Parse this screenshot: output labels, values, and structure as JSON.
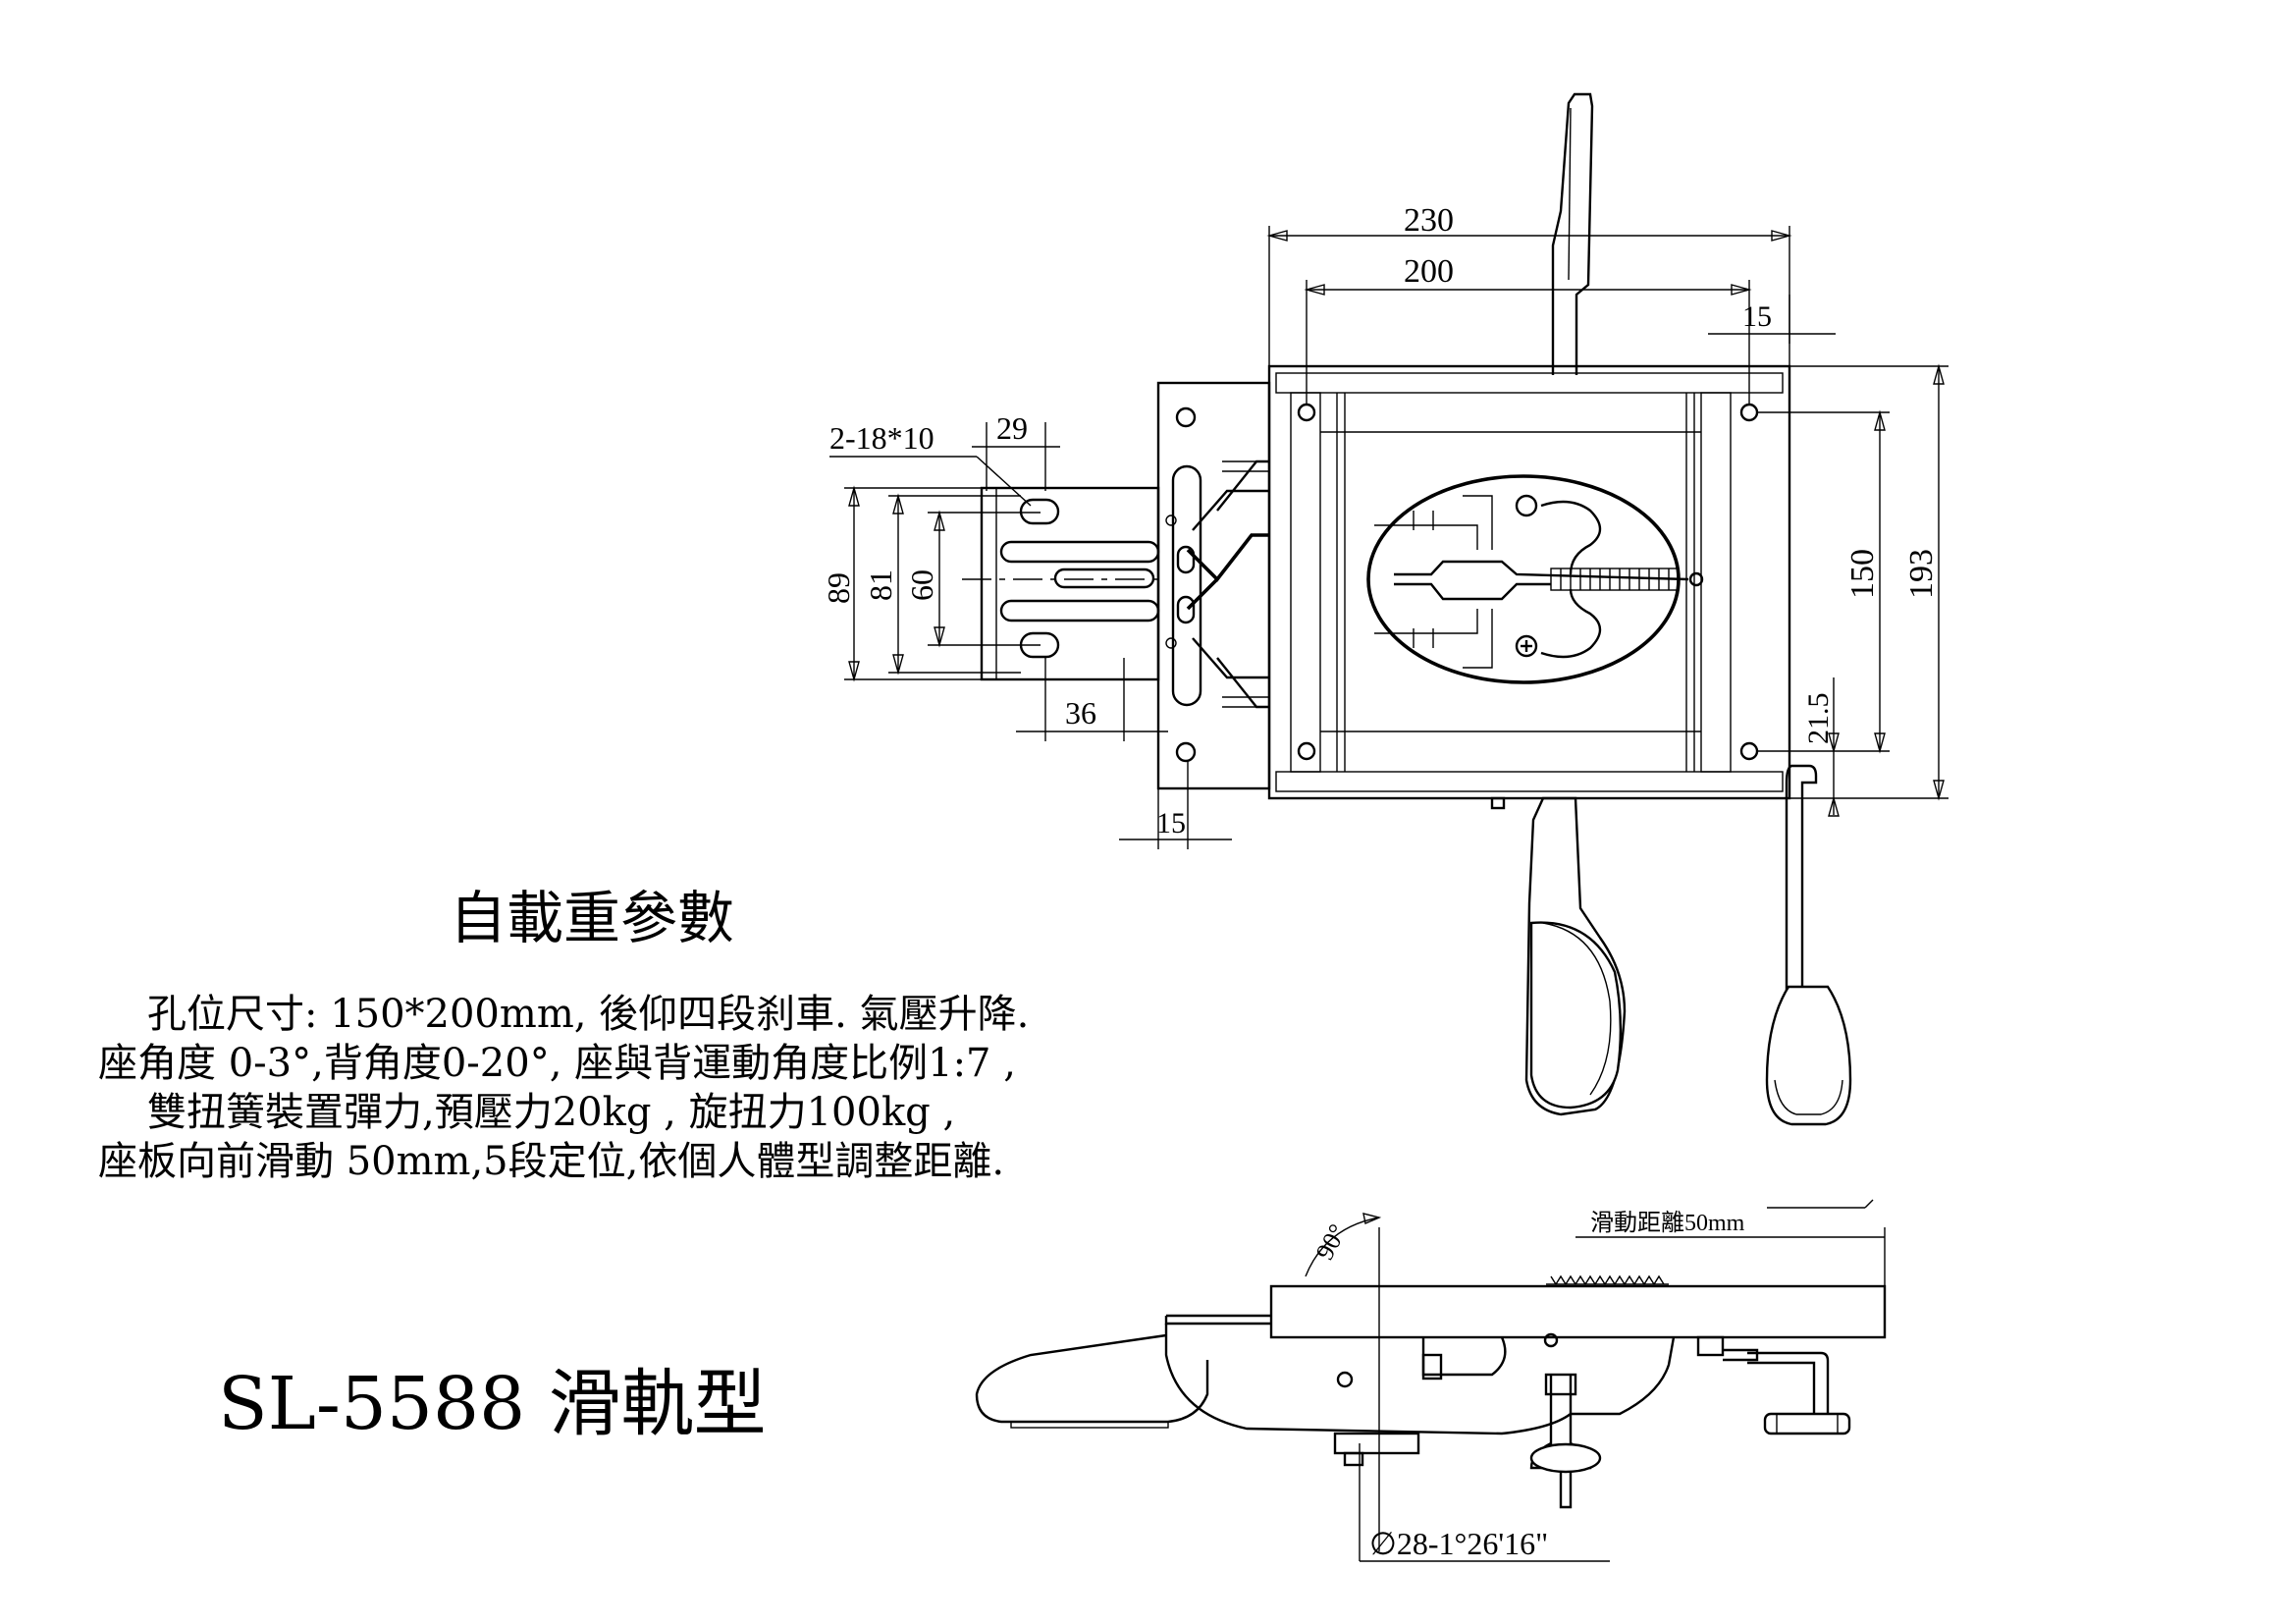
{
  "title": "SL-5588 滑軌型",
  "section_heading": "自載重參數",
  "spec_lines": [
    "孔位尺寸: 150*200mm, 後仰四段刹車. 氣壓升降.",
    "座角度 0-3°,背角度0-20°, 座與背運動角度比例1:7 ,",
    "雙扭簧裝置彈力,預壓力20kg , 旋扭力100kg ,",
    "座板向前滑動 50mm,5段定位,依個人體型調整距離."
  ],
  "top_view_dimensions": {
    "width_outer": "230",
    "width_holes": "200",
    "edge_offset_top": "15",
    "height_holes": "150",
    "height_outer": "193",
    "edge_offset_bottom": "21.5",
    "slot_label": "2-18*10",
    "slot_spacing": "29",
    "bracket_height_outer": "89",
    "bracket_height_mid": "81",
    "bracket_height_inner": "60",
    "bracket_offset": "36",
    "bracket_edge": "15"
  },
  "side_view": {
    "slide_label": "滑動距離50mm",
    "angle_label": "90°",
    "shaft_label": "∅28-1°26'16\""
  }
}
